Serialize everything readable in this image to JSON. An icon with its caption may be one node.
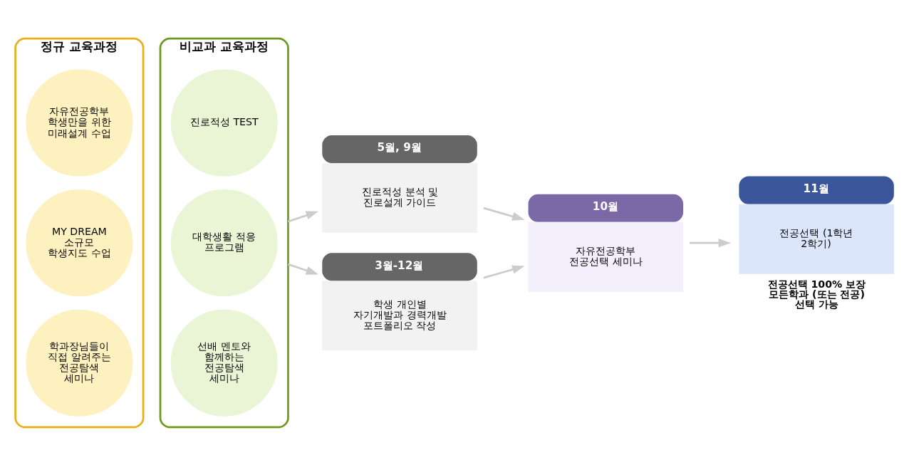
{
  "diagram": {
    "nodes": [
      {
        "text": [
          "정규 교육과정"
        ]
      },
      {
        "text": [
          "자유전공학부 학생만을 위한 미래설계 수업"
        ],
        "in": 0
      },
      {
        "text": [
          "MY DREAM 소규모 학생지도 수업"
        ],
        "in": 0
      },
      {
        "text": [
          "학과장님들이 직접 알려주는 전공탐색 세미나"
        ],
        "in": 0
      },
      {
        "text": [
          "비교과 교육과정"
        ]
      },
      {
        "text": [
          "진로적성 TEST"
        ],
        "in": 4
      },
      {
        "text": [
          "대학생활 적응 프로그램"
        ],
        "in": 4
      },
      {
        "text": [
          "선배 멘토와 함께하는 전공탐색 세미나"
        ],
        "in": 4
      },
      {
        "text": [
          "5월, 9월",
          "진로적성 분석 및 진로설계 가이드"
        ]
      },
      {
        "text": [
          "3월-12월",
          "학생 개인별 자기개발과 경력개발 포트폴리오 작성"
        ]
      },
      {
        "text": [
          "10월",
          "자유전공학부 전공선택 세미나"
        ]
      },
      {
        "text": [
          "11월",
          "전공선택 (1학년 2학기)"
        ],
        "beside": [
          "전공선택 100% 보장 모든학과 (또는 전공) 선택 가능"
        ]
      }
    ],
    "edges": [
      {
        "from": 4,
        "to": 8,
        "arrow": "to"
      },
      {
        "from": 4,
        "to": 9,
        "arrow": "to"
      },
      {
        "from": 8,
        "to": 10,
        "arrow": "to"
      },
      {
        "from": 9,
        "to": 10,
        "arrow": "to"
      },
      {
        "from": 10,
        "to": 11,
        "arrow": "to"
      }
    ]
  }
}
